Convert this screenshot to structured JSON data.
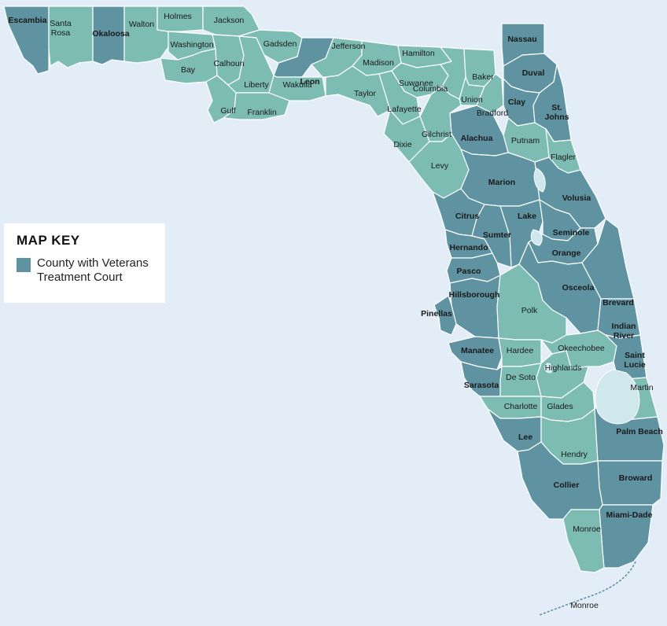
{
  "colors": {
    "water": "#e3edf7",
    "with_court": "#5f93a2",
    "without_court": "#7dbcb3",
    "lake": "#d0e7ee",
    "border": "#ffffff"
  },
  "legend": {
    "title": "MAP KEY",
    "item_label": "County with Veterans Treatment Court"
  },
  "counties": [
    {
      "name": "Escambia",
      "court": true
    },
    {
      "name": "Santa\nRosa",
      "court": false
    },
    {
      "name": "Okaloosa",
      "court": true
    },
    {
      "name": "Walton",
      "court": false
    },
    {
      "name": "Holmes",
      "court": false
    },
    {
      "name": "Jackson",
      "court": false
    },
    {
      "name": "Washington",
      "court": false
    },
    {
      "name": "Bay",
      "court": false
    },
    {
      "name": "Calhoun",
      "court": false
    },
    {
      "name": "Gulf",
      "court": false
    },
    {
      "name": "Liberty",
      "court": false
    },
    {
      "name": "Franklin",
      "court": false
    },
    {
      "name": "Gadsden",
      "court": false
    },
    {
      "name": "Leon",
      "court": true
    },
    {
      "name": "Wakulla",
      "court": false
    },
    {
      "name": "Jefferson",
      "court": false
    },
    {
      "name": "Madison",
      "court": false
    },
    {
      "name": "Taylor",
      "court": false
    },
    {
      "name": "Hamilton",
      "court": false
    },
    {
      "name": "Suwanee",
      "court": false
    },
    {
      "name": "Lafayette",
      "court": false
    },
    {
      "name": "Columbia",
      "court": false
    },
    {
      "name": "Baker",
      "court": false
    },
    {
      "name": "Union",
      "court": false
    },
    {
      "name": "Bradford",
      "court": false
    },
    {
      "name": "Nassau",
      "court": true
    },
    {
      "name": "Duval",
      "court": true
    },
    {
      "name": "Clay",
      "court": true
    },
    {
      "name": "St.\nJohns",
      "court": true
    },
    {
      "name": "Putnam",
      "court": false
    },
    {
      "name": "Flagler",
      "court": false
    },
    {
      "name": "Alachua",
      "court": true
    },
    {
      "name": "Gilchrist",
      "court": false
    },
    {
      "name": "Dixie",
      "court": false
    },
    {
      "name": "Levy",
      "court": false
    },
    {
      "name": "Marion",
      "court": true
    },
    {
      "name": "Volusia",
      "court": true
    },
    {
      "name": "Citrus",
      "court": true
    },
    {
      "name": "Lake",
      "court": true
    },
    {
      "name": "Sumter",
      "court": true
    },
    {
      "name": "Seminole",
      "court": true
    },
    {
      "name": "Hernando",
      "court": true
    },
    {
      "name": "Orange",
      "court": true
    },
    {
      "name": "Pasco",
      "court": true
    },
    {
      "name": "Hillsborough",
      "court": true
    },
    {
      "name": "Osceola",
      "court": true
    },
    {
      "name": "Pinellas",
      "court": true
    },
    {
      "name": "Polk",
      "court": false
    },
    {
      "name": "Brevard",
      "court": true
    },
    {
      "name": "Indian\nRiver",
      "court": true
    },
    {
      "name": "Manatee",
      "court": true
    },
    {
      "name": "Hardee",
      "court": false
    },
    {
      "name": "Okeechobee",
      "court": false
    },
    {
      "name": "Saint\nLucie",
      "court": true
    },
    {
      "name": "Highlands",
      "court": false
    },
    {
      "name": "De Soto",
      "court": false
    },
    {
      "name": "Sarasota",
      "court": true
    },
    {
      "name": "Martin",
      "court": false
    },
    {
      "name": "Charlotte",
      "court": false
    },
    {
      "name": "Glades",
      "court": false
    },
    {
      "name": "Lee",
      "court": true
    },
    {
      "name": "Hendry",
      "court": false
    },
    {
      "name": "Palm Beach",
      "court": true
    },
    {
      "name": "Broward",
      "court": true
    },
    {
      "name": "Collier",
      "court": true
    },
    {
      "name": "Miami-Dade",
      "court": true
    },
    {
      "name": "Monroe",
      "court": false
    }
  ],
  "keys_label": "Monroe"
}
